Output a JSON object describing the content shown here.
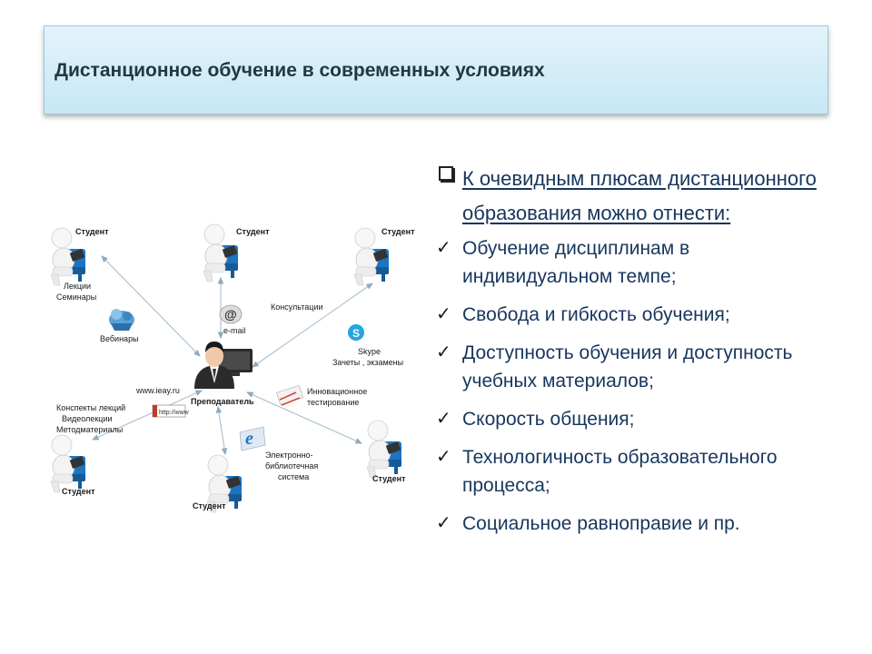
{
  "title": "Дистанционное обучение в современных условиях",
  "bullets": {
    "lead": "К очевидным плюсам дистанционного образования можно отнести:",
    "items": [
      "Обучение дисциплинам в индивидуальном темпе;",
      "Свобода и гибкость обучения;",
      "Доступность обучения и доступность учебных материалов;",
      "Скорость общения;",
      "Технологичность образовательного процесса;",
      "Социальное равноправие и пр."
    ]
  },
  "diagram": {
    "center": "Преподаватель",
    "student": "Студент",
    "lectures": [
      "Лекции",
      "Семинары"
    ],
    "webinars": "Вебинары",
    "email": "e-mail",
    "consult": "Консультации",
    "skype": [
      "Skype",
      "Зачеты , экзамены"
    ],
    "site": "www.ieay.ru",
    "http": "http://www",
    "materials": [
      "Конспекты лекций",
      "Видеолекции",
      "Методматериалы"
    ],
    "testing": [
      "Инновационное",
      "тестирование"
    ],
    "library": [
      "Электронно-",
      "библиотечная",
      "система"
    ],
    "colors": {
      "figure": "#f4f4f4",
      "chair": "#1d74c2",
      "arrow": "#a8bfd0"
    }
  }
}
